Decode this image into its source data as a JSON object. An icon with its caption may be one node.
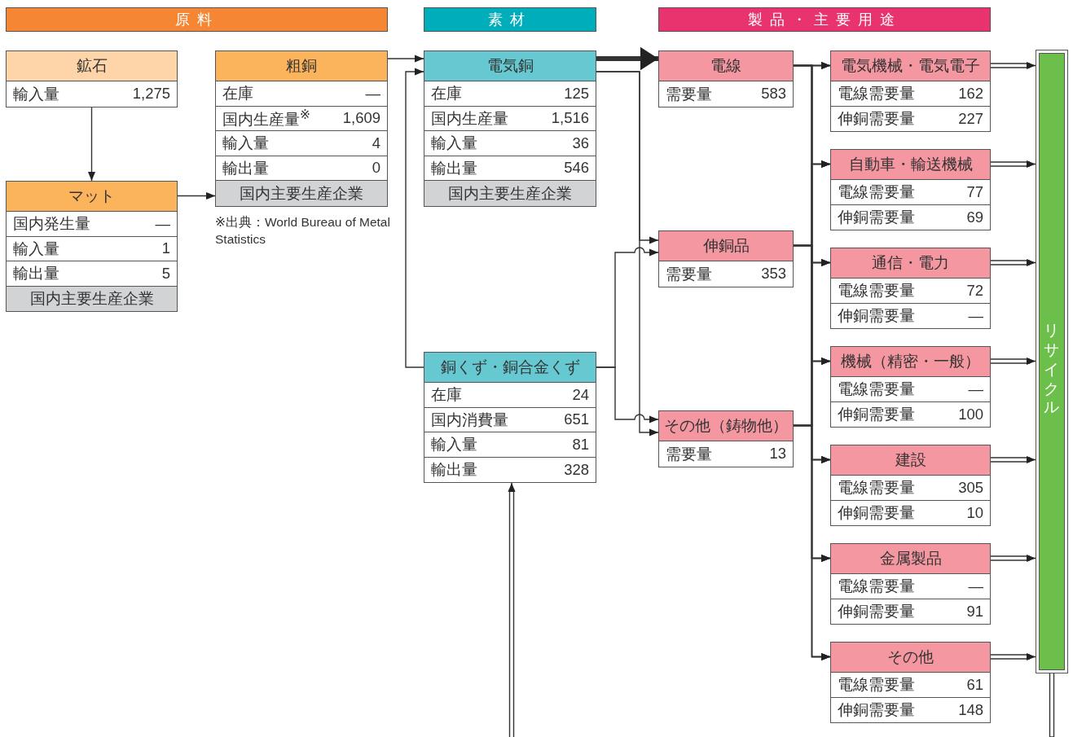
{
  "diagram": {
    "nodes": [
      {
        "text": [
          "原料"
        ]
      },
      {
        "text": [
          "素材"
        ]
      },
      {
        "text": [
          "製品・主要用途"
        ]
      },
      {
        "text": [
          "鉱石",
          "輸入量",
          "1,275"
        ]
      },
      {
        "text": [
          "マット",
          "国内発生量",
          "—",
          "輸入量",
          "1",
          "輸出量",
          "5",
          "国内主要生産企業"
        ]
      },
      {
        "text": [
          "粗銅",
          "在庫",
          "—",
          "国内生産量$^{※}$",
          "1,609",
          "輸入量",
          "4",
          "輸出量",
          "0",
          "国内主要生産企業"
        ],
        "beside": [
          "※出典：World Bureau of Metal Statistics"
        ]
      },
      {
        "text": [
          "電気銅",
          "在庫",
          "125",
          "国内生産量",
          "1,516",
          "輸入量",
          "36",
          "輸出量",
          "546",
          "国内主要生産企業"
        ]
      },
      {
        "text": [
          "銅くず・銅合金くず",
          "在庫",
          "24",
          "国内消費量",
          "651",
          "輸入量",
          "81",
          "輸出量",
          "328"
        ]
      },
      {
        "text": [
          "電線",
          "需要量",
          "583"
        ]
      },
      {
        "text": [
          "伸銅品",
          "需要量",
          "353"
        ]
      },
      {
        "text": [
          "その他（鋳物他）",
          "需要量",
          "13"
        ]
      },
      {
        "text": [
          "電気機械・電気電子",
          "電線需要量",
          "162",
          "伸銅需要量",
          "227"
        ]
      },
      {
        "text": [
          "自動車・輸送機械",
          "電線需要量",
          "77",
          "伸銅需要量",
          "69"
        ]
      },
      {
        "text": [
          "通信・電力",
          "電線需要量",
          "72",
          "伸銅需要量",
          "—"
        ]
      },
      {
        "text": [
          "機械（精密・一般）",
          "電線需要量",
          "—",
          "伸銅需要量",
          "100"
        ]
      },
      {
        "text": [
          "建設",
          "電線需要量",
          "305",
          "伸銅需要量",
          "10"
        ]
      },
      {
        "text": [
          "金属製品",
          "電線需要量",
          "—",
          "伸銅需要量",
          "91"
        ]
      },
      {
        "text": [
          "その他",
          "電線需要量",
          "61",
          "伸銅需要量",
          "148"
        ]
      },
      {
        "text": [
          "リサイクル"
        ]
      }
    ],
    "edges": [
      {
        "from": 3,
        "to": 4,
        "arrow": "to"
      },
      {
        "from": 4,
        "to": 5,
        "arrow": "to"
      },
      {
        "from": 5,
        "to": 6,
        "arrow": "to"
      },
      {
        "from": 7,
        "to": 6,
        "arrow": "to"
      },
      {
        "from": 6,
        "to": 8,
        "arrow": "to",
        "style": "thick"
      },
      {
        "from": 6,
        "to": 9,
        "arrow": "to"
      },
      {
        "from": 6,
        "to": 10,
        "arrow": "to"
      },
      {
        "from": 7,
        "to": 9,
        "arrow": "to"
      },
      {
        "from": 7,
        "to": 10,
        "arrow": "to"
      },
      {
        "from": 8,
        "to": 11,
        "arrow": "to"
      },
      {
        "from": 8,
        "to": 12,
        "arrow": "to"
      },
      {
        "from": 8,
        "to": 13,
        "arrow": "to"
      },
      {
        "from": 8,
        "to": 14,
        "arrow": "to"
      },
      {
        "from": 8,
        "to": 15,
        "arrow": "to"
      },
      {
        "from": 8,
        "to": 16,
        "arrow": "to"
      },
      {
        "from": 8,
        "to": 17,
        "arrow": "to"
      },
      {
        "from": 9,
        "to": 11,
        "arrow": "to"
      },
      {
        "from": 9,
        "to": 12,
        "arrow": "to"
      },
      {
        "from": 9,
        "to": 13,
        "arrow": "to"
      },
      {
        "from": 9,
        "to": 14,
        "arrow": "to"
      },
      {
        "from": 9,
        "to": 15,
        "arrow": "to"
      },
      {
        "from": 9,
        "to": 16,
        "arrow": "to"
      },
      {
        "from": 9,
        "to": 17,
        "arrow": "to"
      },
      {
        "from": 10,
        "to": 11,
        "arrow": "to"
      },
      {
        "from": 10,
        "to": 12,
        "arrow": "to"
      },
      {
        "from": 10,
        "to": 13,
        "arrow": "to"
      },
      {
        "from": 10,
        "to": 14,
        "arrow": "to"
      },
      {
        "from": 10,
        "to": 15,
        "arrow": "to"
      },
      {
        "from": 10,
        "to": 16,
        "arrow": "to"
      },
      {
        "from": 10,
        "to": 17,
        "arrow": "to"
      },
      {
        "from": 11,
        "to": 18,
        "arrow": "to"
      },
      {
        "from": 12,
        "to": 18,
        "arrow": "to"
      },
      {
        "from": 13,
        "to": 18,
        "arrow": "to"
      },
      {
        "from": 14,
        "to": 18,
        "arrow": "to"
      },
      {
        "from": 15,
        "to": 18,
        "arrow": "to"
      },
      {
        "from": 16,
        "to": 18,
        "arrow": "to"
      },
      {
        "from": 17,
        "to": 18,
        "arrow": "to"
      },
      {
        "from": 18,
        "to": null,
        "arrow": "none"
      },
      {
        "from": null,
        "to": 7,
        "arrow": "to"
      }
    ]
  }
}
